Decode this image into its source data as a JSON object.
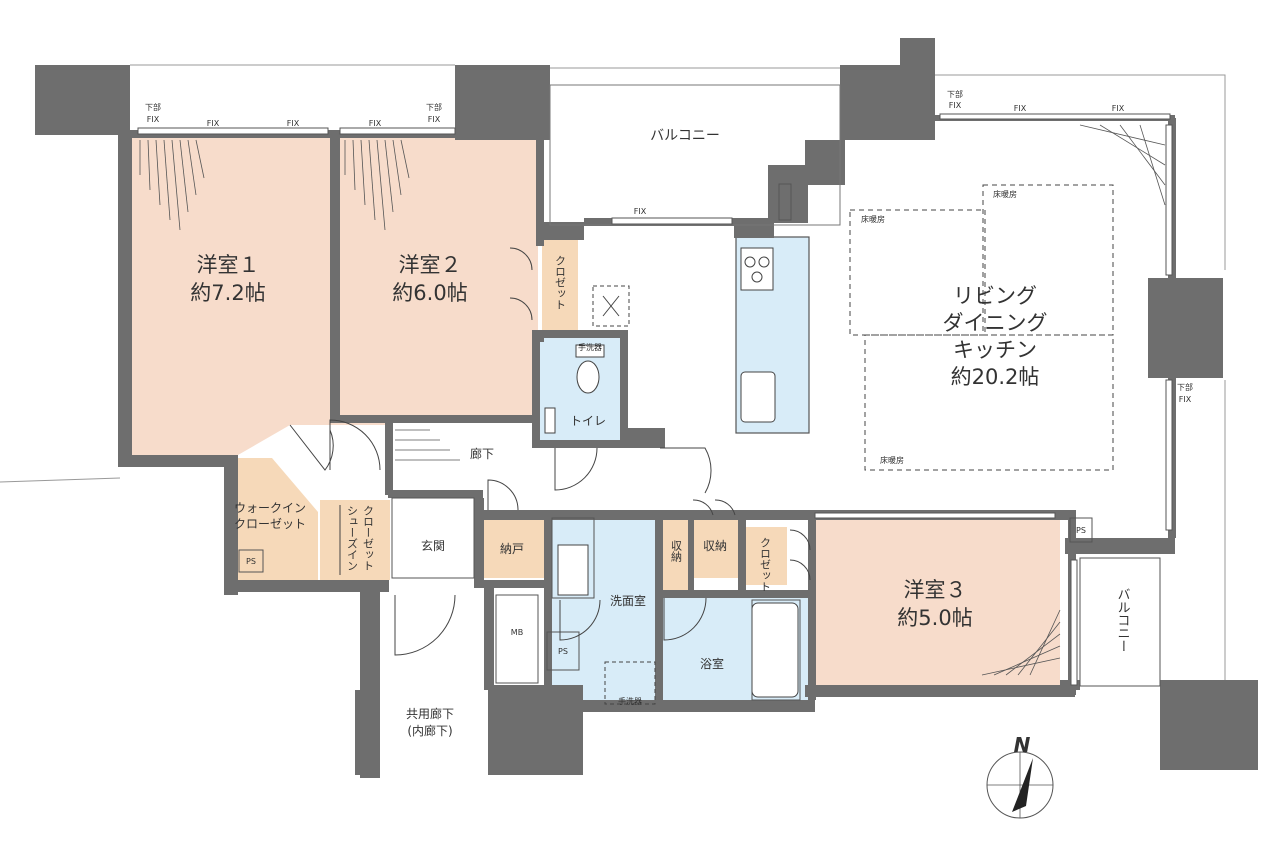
{
  "colors": {
    "wall": "#6e6e6e",
    "bedroom_floor": "#f7dccb",
    "storage_floor": "#f6d9b9",
    "wet_area_floor": "#d8ecf8",
    "ldk_floor": "#ffffff"
  },
  "rooms": {
    "room1": {
      "name": "洋室１",
      "size": "約7.2帖"
    },
    "room2": {
      "name": "洋室２",
      "size": "約6.0帖"
    },
    "room3": {
      "name": "洋室３",
      "size": "約5.0帖"
    },
    "ldk": {
      "line1": "リビング",
      "line2": "ダイニング",
      "line3": "キッチン",
      "size": "約20.2帖"
    }
  },
  "labels": {
    "balcony_north": "バルコニー",
    "balcony_east": "バルコニー",
    "hallway": "廊下",
    "entrance": "玄関",
    "pantry": "納戸",
    "toilet": "トイレ",
    "washroom": "洗面室",
    "bath": "浴室",
    "walk_in_closet_1": "ウォークイン",
    "walk_in_closet_2": "クローゼット",
    "shoe_closet": "シューズイン",
    "shoe_closet_2": "クローゼット",
    "closet_2": "クロゼット",
    "closet_3": "クロゼット",
    "storage_a": "収納",
    "storage_b": "収納",
    "common_corridor": "共用廊下",
    "common_corridor_sub": "(内廊下)",
    "ps": "PS",
    "mb": "MB",
    "fix": "FIX",
    "lower_fix": "下部",
    "floor_heating": "床暖房",
    "hand_wash": "手洗器",
    "compass": "N"
  }
}
